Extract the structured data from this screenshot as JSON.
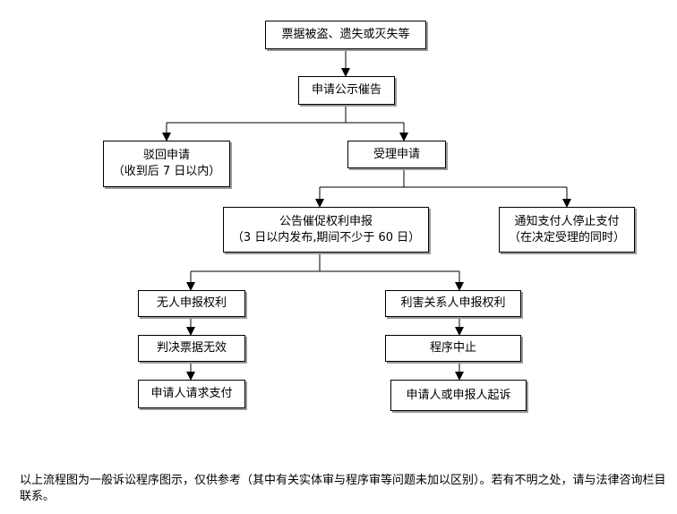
{
  "nodes": {
    "start": [
      "票据被盗、遗失或灭失等"
    ],
    "apply": [
      "申请公示催告"
    ],
    "reject": [
      "驳回申请",
      "（收到后 7 日以内）"
    ],
    "accept": [
      "受理申请"
    ],
    "announce": [
      "公告催促权利申报",
      "（3 日以内发布,期间不少于 60 日）"
    ],
    "notify": [
      "通知支付人停止支付",
      "（在决定受理的同时）"
    ],
    "no_claim": [
      "无人申报权利"
    ],
    "invalid": [
      "判决票据无效"
    ],
    "pay": [
      "申请人请求支付"
    ],
    "claim": [
      "利害关系人申报权利"
    ],
    "suspend": [
      "程序中止"
    ],
    "sue": [
      "申请人或申报人起诉"
    ]
  },
  "note": "以上流程图为一般诉讼程序图示，仅供参考（其中有关实体审与程序审等问题未加以区别）。若有不明之处，请与法律咨询栏目联系。"
}
